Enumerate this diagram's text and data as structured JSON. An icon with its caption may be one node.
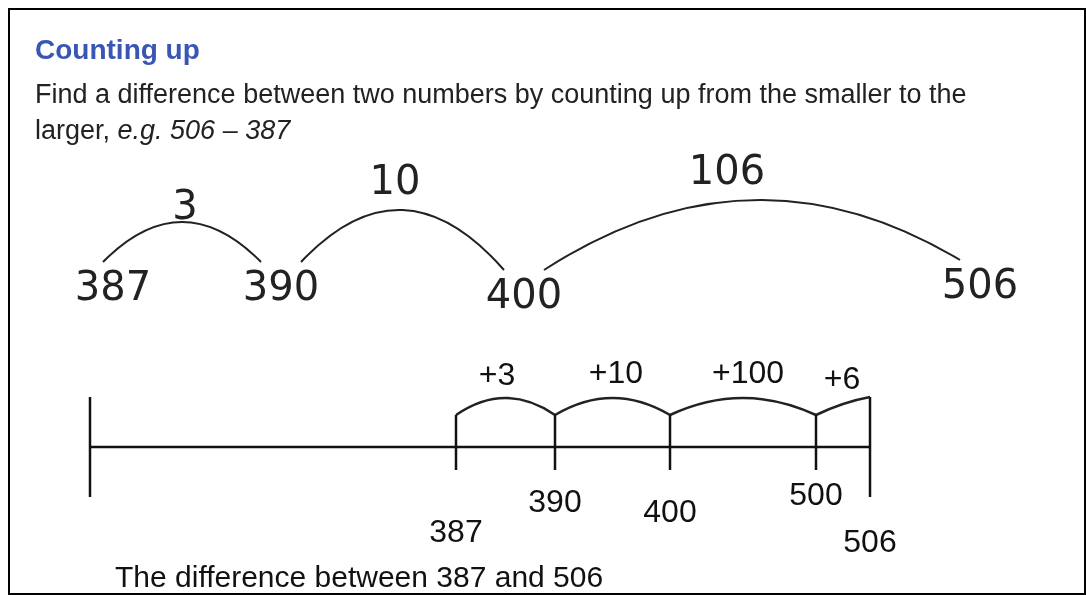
{
  "diagram": {
    "title": "Counting up",
    "nodes": [
      {
        "text": [
          "387"
        ]
      },
      {
        "text": [
          "390"
        ]
      },
      {
        "text": [
          "400"
        ]
      },
      {
        "text": [
          "506"
        ]
      },
      {
        "text": [
          "387"
        ]
      },
      {
        "text": [
          "390"
        ]
      },
      {
        "text": [
          "400"
        ]
      },
      {
        "text": [
          "500"
        ]
      },
      {
        "text": [
          "506"
        ]
      }
    ],
    "edges": [
      {
        "from": 0,
        "to": 1,
        "arrow": "none",
        "label": "3"
      },
      {
        "from": 1,
        "to": 2,
        "arrow": "none",
        "label": "10"
      },
      {
        "from": 2,
        "to": 3,
        "arrow": "none",
        "label": "106"
      },
      {
        "from": 4,
        "to": 5,
        "arrow": "none",
        "label": "+3"
      },
      {
        "from": 5,
        "to": 6,
        "arrow": "none",
        "label": "+10"
      },
      {
        "from": 6,
        "to": 7,
        "arrow": "none",
        "label": "+100"
      },
      {
        "from": 7,
        "to": 8,
        "arrow": "none",
        "label": "+6"
      }
    ],
    "labels": [
      "Find a difference between two numbers by counting up from the smaller to the larger, *e.g. 506 – 387*",
      "The difference between 387 and 506"
    ]
  }
}
